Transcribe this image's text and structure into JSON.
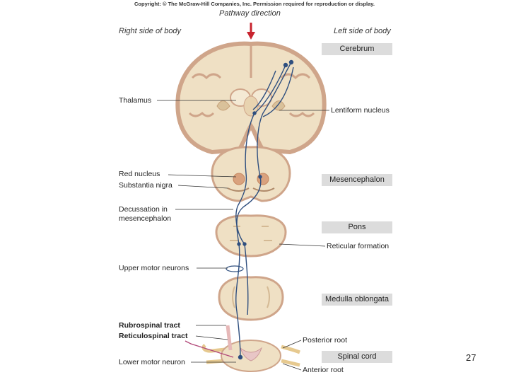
{
  "header": {
    "copyright": "Copyright: © The McGraw-Hill Companies, Inc. Permission required for reproduction or display.",
    "pathway_direction": "Pathway direction",
    "right_side": "Right side of body",
    "left_side": "Left side of body"
  },
  "regions": {
    "cerebrum": "Cerebrum",
    "mesencephalon": "Mesencephalon",
    "pons": "Pons",
    "medulla": "Medulla oblongata",
    "spinal_cord": "Spinal cord"
  },
  "labels": {
    "thalamus": "Thalamus",
    "lentiform": "Lentiform nucleus",
    "red_nucleus": "Red nucleus",
    "substantia_nigra": "Substantia nigra",
    "decussation_1": "Decussation in",
    "decussation_2": "mesencephalon",
    "reticular": "Reticular formation",
    "upper_motor": "Upper motor neurons",
    "rubrospinal": "Rubrospinal tract",
    "reticulospinal": "Reticulospinal tract",
    "posterior_root": "Posterior root",
    "lower_motor": "Lower motor neuron",
    "anterior_root": "Anterior root"
  },
  "page_number": "27",
  "colors": {
    "tissue": "#efe0c4",
    "cortex": "#cfa58a",
    "pathway": "#2f4f7f",
    "arrow": "#c8242f",
    "nucleus": "#d9a27e",
    "box": "#dcdcdc"
  }
}
